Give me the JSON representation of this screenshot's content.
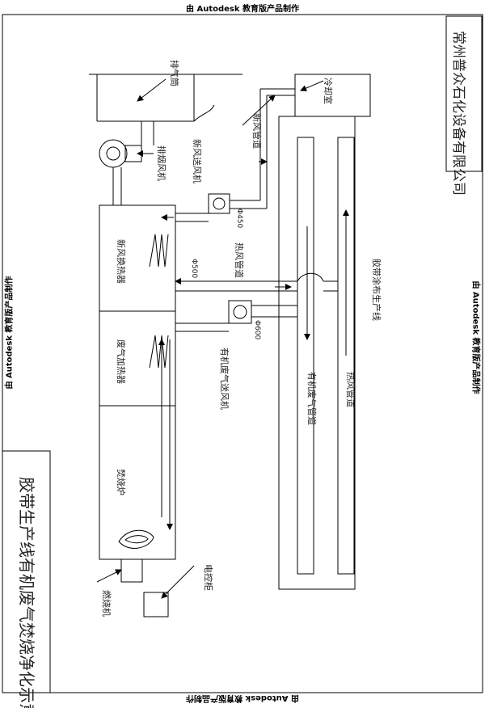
{
  "watermarks": {
    "top": "由 Autodesk 教育版产品制作",
    "bottom": "由 Autodesk 教育版产品制作",
    "left": "由 Autodesk 教育版产品制作",
    "right": "由 Autodesk 教育版产品制作"
  },
  "title": "胶带生产线有机废气焚烧净化示意图",
  "company": "常州普众石化设备有限公司",
  "labels": {
    "exhaust_stack": "排气筒",
    "water_cooler": "冷却室",
    "fresh_air_duct": "新风管道",
    "fresh_air_fan": "新风送风机",
    "exhaust_fan": "排烟风机",
    "fresh_air_heater": "新风换热器",
    "waste_gas_heater": "废气加热器",
    "incinerator": "焚烧炉",
    "burner": "燃烧机",
    "electric_cabinet": "电控柜",
    "hot_air_duct": "热风管道",
    "organic_fan": "有机废气送风机",
    "production_line": "胶带涂布生产线",
    "hot_air_pipe": "热风管道",
    "organic_pipe": "有机废气管道",
    "d450": "Φ450",
    "d500": "Φ500",
    "d600": "Φ600"
  }
}
